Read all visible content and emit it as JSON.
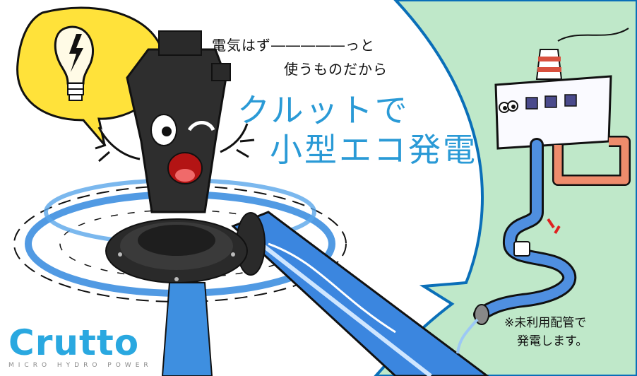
{
  "headline": {
    "tagline_line1": "電気はず―――――っと",
    "tagline_line2": "使うものだから",
    "main_line1": "クルットで",
    "main_line2": "小型エコ発電"
  },
  "note": {
    "line1": "※未利用配管で",
    "line2": "発電します。"
  },
  "logo": {
    "word": "Crutto",
    "subtitle": "MICRO HYDRO POWER"
  },
  "colors": {
    "headline_blue": "#2a9ad6",
    "bubble_green": "#bfe8c9",
    "bulb_yellow": "#ffe23a",
    "turbine_black": "#2a2a2a",
    "water_blue": "#3e8fe0",
    "pipe_blue": "#4f8fe0",
    "pipe_orange": "#ee8c6c"
  }
}
